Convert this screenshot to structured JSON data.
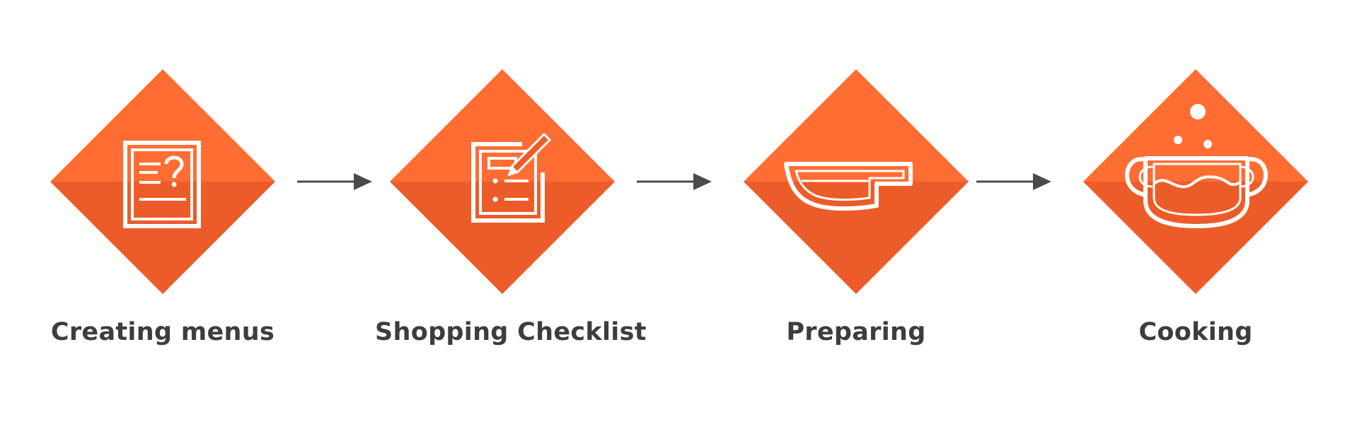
{
  "colors": {
    "diamond_top": "#ff6d33",
    "diamond_bottom": "#ec5c29",
    "icon": "#ffffff",
    "arrow": "#4a4a4a",
    "label": "#3d3d3d"
  },
  "steps": [
    {
      "label": "Creating menus",
      "icon": "menu-question-icon"
    },
    {
      "label": "Shopping Checklist",
      "icon": "checklist-pencil-icon"
    },
    {
      "label": "Preparing",
      "icon": "knife-icon"
    },
    {
      "label": "Cooking",
      "icon": "cooking-pot-icon"
    }
  ]
}
